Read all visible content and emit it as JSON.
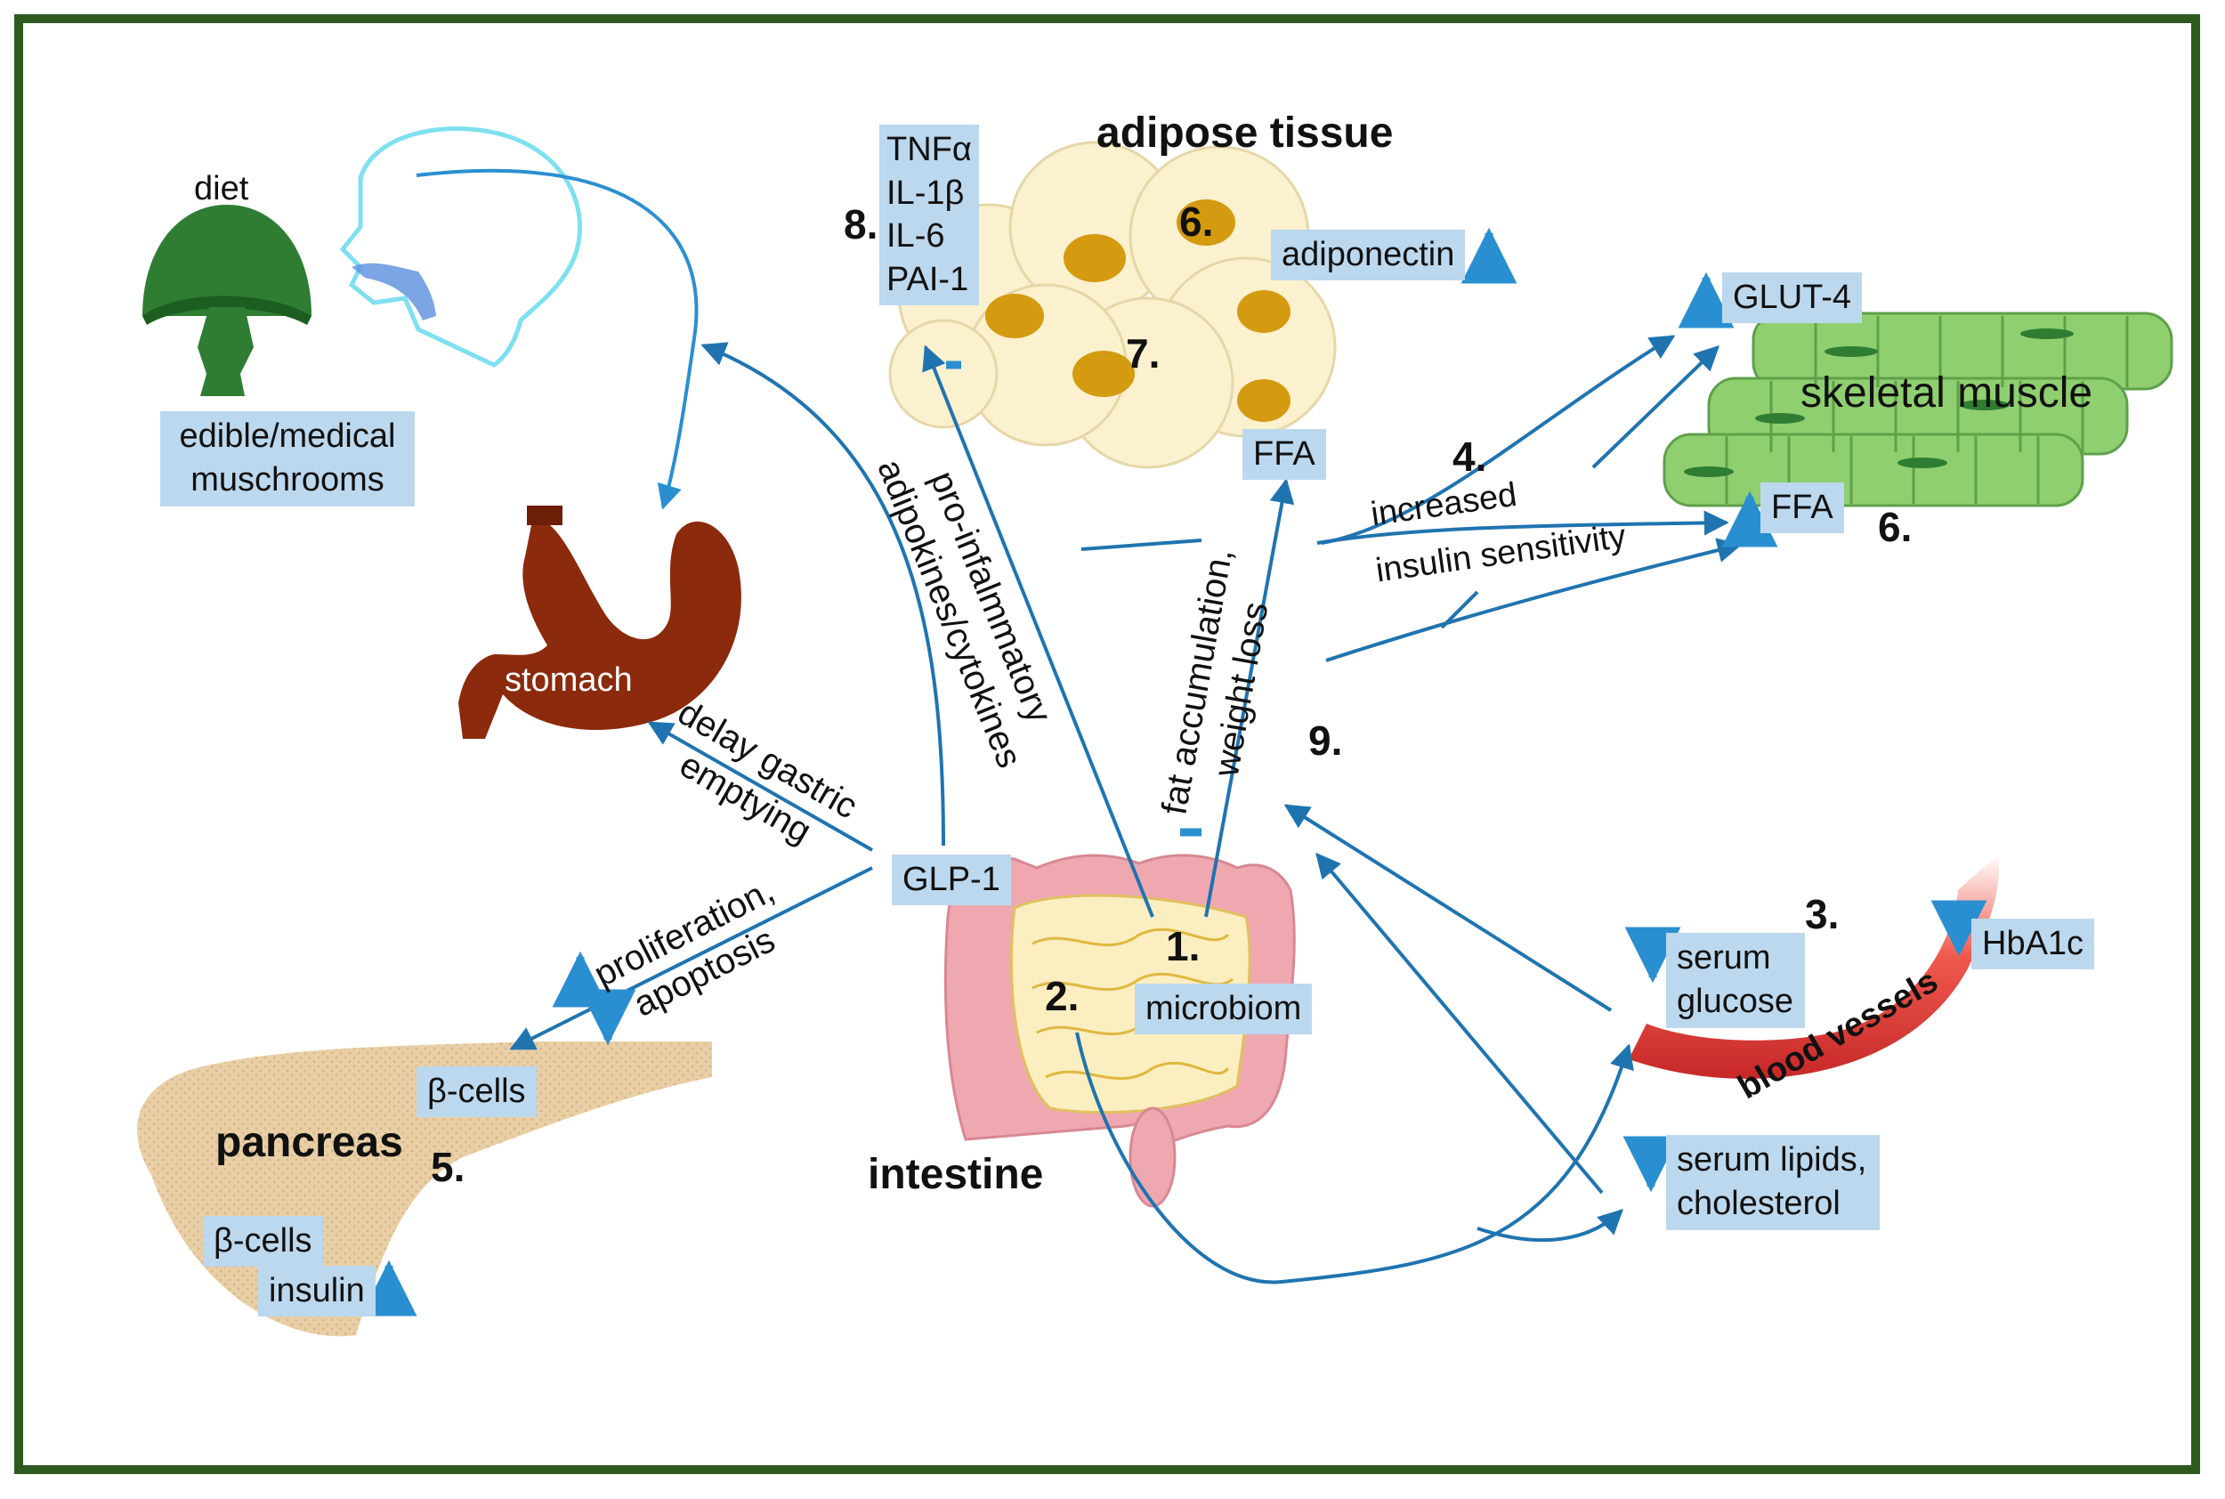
{
  "organs": {
    "diet": "diet",
    "mushrooms_1": "edible/medical",
    "mushrooms_2": "muschrooms",
    "stomach": "stomach",
    "adipose": "adipose tissue",
    "skeletal": "skeletal muscle",
    "intestine": "intestine",
    "pancreas": "pancreas",
    "blood_vessels": "blood vessels"
  },
  "numbers": {
    "n1": "1.",
    "n2": "2.",
    "n3": "3.",
    "n4": "4.",
    "n5": "5.",
    "n6a": "6.",
    "n6b": "6.",
    "n7": "7.",
    "n8": "8.",
    "n9": "9."
  },
  "boxes": {
    "cytokines": [
      "TNFα",
      "IL-1β",
      "IL-6",
      "PAI-1"
    ],
    "adiponectin": "adiponectin",
    "glut4": "GLUT-4",
    "ffa_adipose": "FFA",
    "ffa_muscle": "FFA",
    "glp1": "GLP-1",
    "microbiom": "microbiom",
    "serum_glucose_1": "serum",
    "serum_glucose_2": "glucose",
    "hba1c": "HbA1c",
    "serum_lipids_1": "serum lipids,",
    "serum_lipids_2": "cholesterol",
    "beta_cells_top": "β-cells",
    "beta_cells_bottom": "β-cells",
    "insulin": "insulin"
  },
  "pathway_labels": {
    "pro_inflammatory_1": "pro-infalmmatory",
    "pro_inflammatory_2": "adipokines/cytokines",
    "fat_accumulation_1": "fat accumulation,",
    "fat_accumulation_2": "weight loss",
    "increased": "increased",
    "insulin_sensitivity": "insulin sensitivity",
    "delay_gastric_1": "delay gastric",
    "delay_gastric_2": "emptying",
    "proliferation_1": "proliferation,",
    "proliferation_2": "apoptosis"
  },
  "colors": {
    "frame": "#2e5a1f",
    "arrow": "#1f74b0",
    "box": "#bcd8ee",
    "indicator": "#2a8fd0",
    "stomach": "#8b2a0c",
    "mushroom": "#2e7d32",
    "muscle": "#8fcf70",
    "adipose_cell": "#fbf1cf",
    "adipose_nucleus": "#d49a10",
    "pancreas": "#e8cba0",
    "vessel": "#e53935",
    "intestine": "#f0a8b0"
  }
}
